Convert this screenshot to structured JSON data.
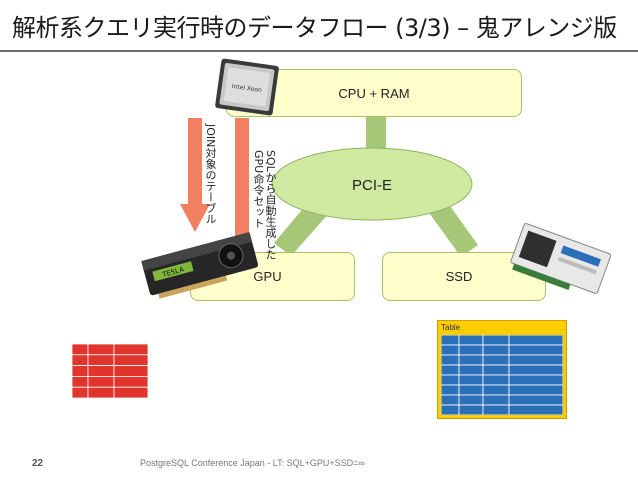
{
  "slide": {
    "title": "解析系クエリ実行時のデータフロー (3/3) – 鬼アレンジ版",
    "page_number": "22",
    "footer": "PostgreSQL Conference Japan - LT: SQL+GPU+SSD=∞"
  },
  "diagram": {
    "cpu_label": "CPU + RAM",
    "bus_label": "PCI-E",
    "gpu_label": "GPU",
    "ssd_label": "SSD",
    "arrow_left_label": "JOIN対象のテーブル",
    "arrow_right_label_line1": "SQLから自動生成した",
    "arrow_right_label_line2": "GPU命令セット",
    "table_header": "Table",
    "cpu_chip_text": "Intel Xeon",
    "gpu_card_text": "TESLA"
  },
  "colors": {
    "box_fill": "#ffffcc",
    "box_border": "#a7c26a",
    "connector_green": "#a6c777",
    "ellipse_fill": "#cfe9a1",
    "arrow_orange": "#f08060",
    "table_red": "#e0342c",
    "table_blue": "#2a6fb8",
    "table_header_yellow": "#ffcc00"
  }
}
